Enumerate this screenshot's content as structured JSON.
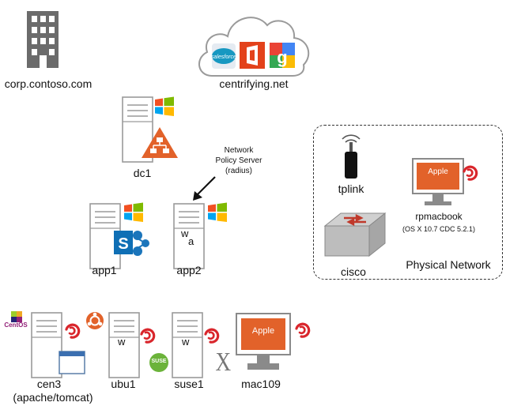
{
  "nodes": {
    "corp": {
      "label": "corp.contoso.com"
    },
    "cloud": {
      "label": "centrifying.net",
      "app_salesforce": "salesforce"
    },
    "dc1": {
      "label": "dc1"
    },
    "nps": {
      "line1": "Network",
      "line2": "Policy Server",
      "line3": "(radius)"
    },
    "app1": {
      "label": "app1"
    },
    "app2": {
      "label": "app2",
      "marks": [
        "w",
        "a"
      ]
    },
    "tplink": {
      "label": "tplink"
    },
    "cisco": {
      "label": "cisco"
    },
    "rpmacbook": {
      "label": "rpmacbook",
      "sublabel": "(OS X 10.7 CDC 5.2.1)",
      "screen_text": "Apple"
    },
    "physical": {
      "label": "Physical Network"
    },
    "cen3": {
      "label": "cen3",
      "sublabel": "(apache/tomcat)",
      "centos_text": "CentOS"
    },
    "ubu1": {
      "label": "ubu1",
      "mark": "w"
    },
    "suse1": {
      "label": "suse1",
      "mark": "w",
      "suse_text": "SUSE"
    },
    "x_mark": "X",
    "mac109": {
      "label": "mac109",
      "screen_text": "Apple"
    }
  },
  "colors": {
    "building": "#6b6b6b",
    "server_stroke": "#9a9a9a",
    "accent_orange": "#e2622a",
    "centrify_red": "#d9262c",
    "sharepoint_blue": "#0f6fb5",
    "windows": [
      "#f25022",
      "#7fba00",
      "#00a4ef",
      "#ffb900"
    ]
  }
}
